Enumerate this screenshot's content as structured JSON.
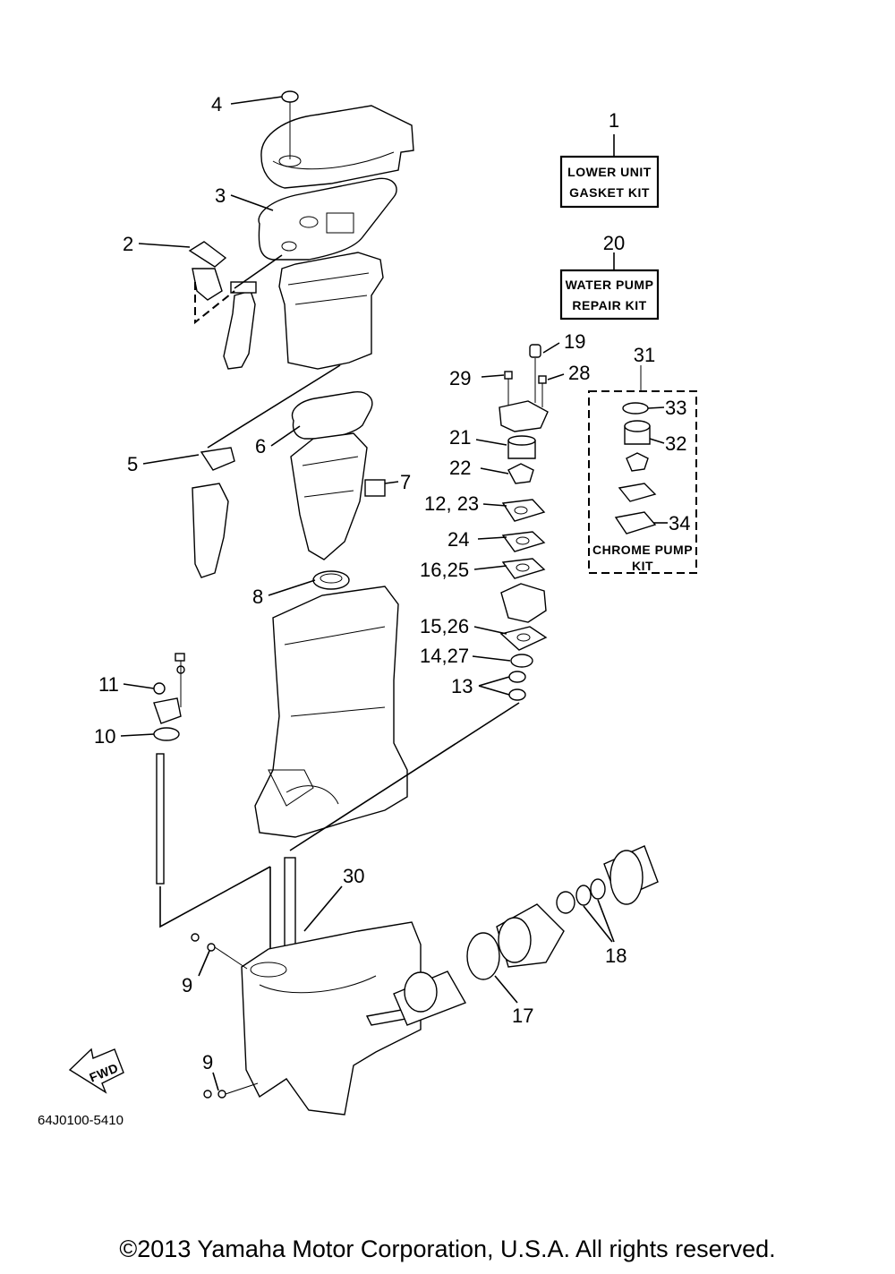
{
  "diagram": {
    "part_code": "64J0100-5410",
    "copyright": "©2013 Yamaha Motor Corporation, U.S.A. All rights reserved.",
    "fwd_badge": "FWD",
    "kits": {
      "lower_unit_gasket_kit": {
        "number": "1",
        "line1": "LOWER UNIT",
        "line2": "GASKET KIT"
      },
      "water_pump_repair_kit": {
        "number": "20",
        "line1": "WATER PUMP",
        "line2": "REPAIR KIT"
      },
      "chrome_pump_kit": {
        "number": "31",
        "line1": "CHROME PUMP",
        "line2": "KIT"
      }
    },
    "callouts": {
      "c2": "2",
      "c3": "3",
      "c4": "4",
      "c5": "5",
      "c6": "6",
      "c7": "7",
      "c8": "8",
      "c9a": "9",
      "c9b": "9",
      "c10": "10",
      "c11": "11",
      "c12_23": "12, 23",
      "c13": "13",
      "c14_27": "14,27",
      "c15_26": "15,26",
      "c16_25": "16,25",
      "c17": "17",
      "c18": "18",
      "c19": "19",
      "c21": "21",
      "c22": "22",
      "c24": "24",
      "c28": "28",
      "c29": "29",
      "c30": "30",
      "c32": "32",
      "c33": "33",
      "c34": "34"
    }
  }
}
